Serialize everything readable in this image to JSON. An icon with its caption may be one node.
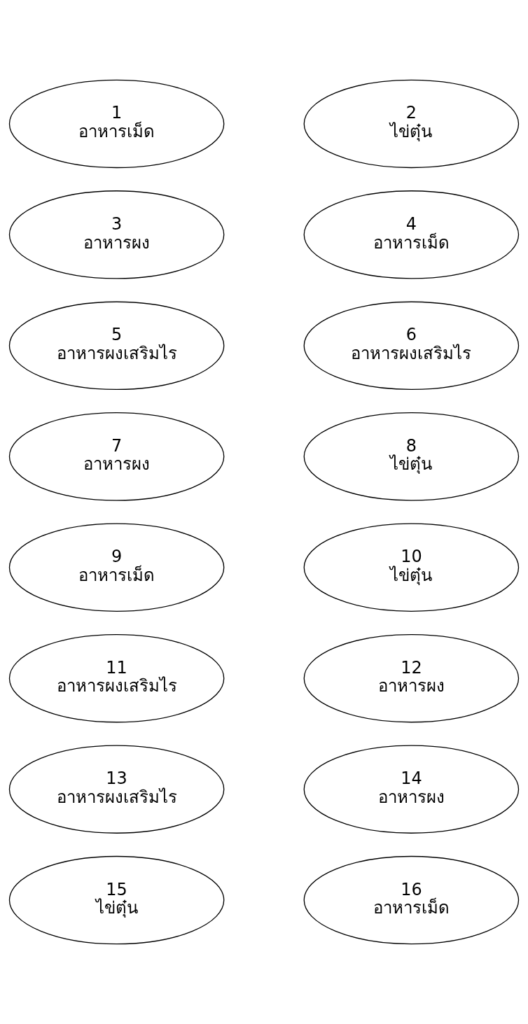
{
  "diagram": {
    "nodes": [
      {
        "text": [
          "1",
          "อาหารเม็ด"
        ]
      },
      {
        "text": [
          "2",
          "ไข่ตุ๋น"
        ]
      },
      {
        "text": [
          "3",
          "อาหารผง"
        ]
      },
      {
        "text": [
          "4",
          "อาหารเม็ด"
        ]
      },
      {
        "text": [
          "5",
          "อาหารผงเสริมไร"
        ]
      },
      {
        "text": [
          "6",
          "อาหารผงเสริมไร"
        ]
      },
      {
        "text": [
          "7",
          "อาหารผง"
        ]
      },
      {
        "text": [
          "8",
          "ไข่ตุ๋น"
        ]
      },
      {
        "text": [
          "9",
          "อาหารเม็ด"
        ]
      },
      {
        "text": [
          "10",
          "ไข่ตุ๋น"
        ]
      },
      {
        "text": [
          "11",
          "อาหารผงเสริมไร"
        ]
      },
      {
        "text": [
          "12",
          "อาหารผง"
        ]
      },
      {
        "text": [
          "13",
          "อาหารผงเสริมไร"
        ]
      },
      {
        "text": [
          "14",
          "อาหารผง"
        ]
      },
      {
        "text": [
          "15",
          "ไข่ตุ๋น"
        ]
      },
      {
        "text": [
          "16",
          "อาหารเม็ด"
        ]
      }
    ],
    "edges": []
  }
}
